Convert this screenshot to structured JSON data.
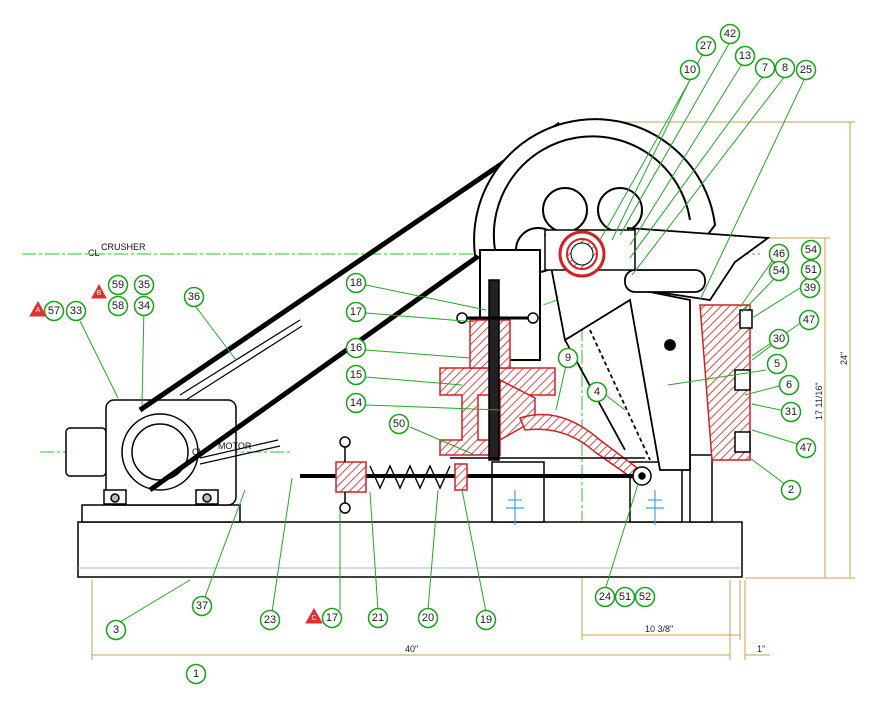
{
  "labels": {
    "crusher_cl": "CL",
    "crusher": "CRUSHER",
    "motor_cl": "CL",
    "motor": "MOTOR"
  },
  "dimensions": {
    "overall_width": "40\"",
    "height_total": "24\"",
    "height_partial": "17 11/16\"",
    "width_right": "10 3/8\"",
    "offset": "1\""
  },
  "balloons": [
    "1",
    "2",
    "3",
    "4",
    "5",
    "6",
    "7",
    "8",
    "9",
    "10",
    "13",
    "14",
    "15",
    "16",
    "17",
    "17",
    "18",
    "19",
    "20",
    "21",
    "23",
    "24",
    "25",
    "27",
    "30",
    "31",
    "33",
    "34",
    "35",
    "36",
    "37",
    "39",
    "42",
    "46",
    "47",
    "47",
    "50",
    "51",
    "51",
    "52",
    "54",
    "54",
    "57",
    "58",
    "59"
  ],
  "revision_marks": [
    "A",
    "B",
    "C"
  ],
  "colors": {
    "balloon": "#14a514",
    "centerline": "#22cc22",
    "dimension": "#c8a04a",
    "section": "#d42020",
    "outline": "#000000",
    "revision": "#e03030"
  }
}
